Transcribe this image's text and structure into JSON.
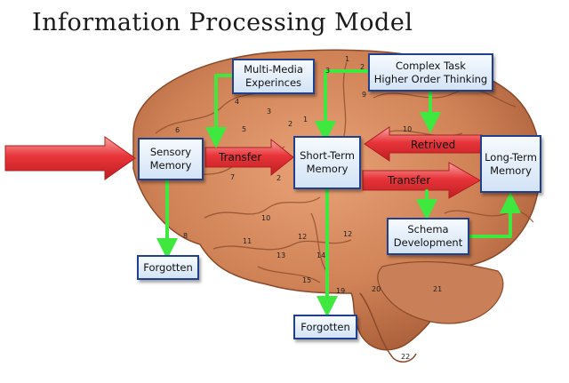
{
  "title": "Information Processing Model",
  "boxes": {
    "multimedia": "Multi-Media\nExperinces",
    "complex_task": "Complex Task\nHigher Order Thinking",
    "sensory": "Sensory\nMemory",
    "short_term": "Short-Term\nMemory",
    "long_term": "Long-Term\nMemory",
    "schema": "Schema\nDevelopment",
    "forgotten_left": "Forgotten",
    "forgotten_bottom": "Forgotten"
  },
  "arrow_labels": {
    "transfer_1": "Transfer",
    "retrived": "Retrived",
    "transfer_2": "Transfer"
  },
  "brain_numbers": [
    "1",
    "2",
    "3",
    "1",
    "2",
    "3",
    "5",
    "6",
    "4",
    "9",
    "10",
    "2",
    "7",
    "8",
    "10",
    "11",
    "12",
    "12",
    "13",
    "14",
    "15",
    "19",
    "20",
    "21",
    "22"
  ],
  "colors": {
    "box_border": "#203f8f",
    "big_arrow": "#e8353a",
    "green_arrow": "#3ee83e",
    "brain": "#d48a5e"
  }
}
